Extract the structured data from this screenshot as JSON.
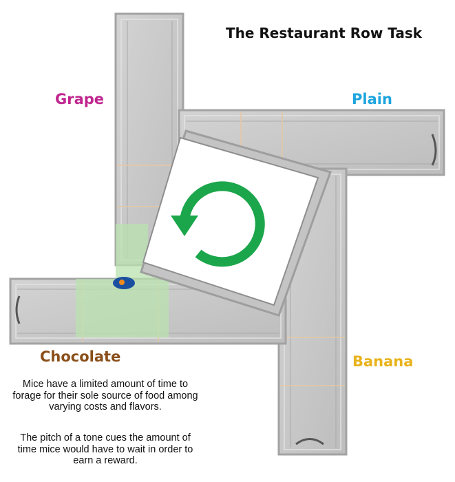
{
  "title": "The Restaurant Row Task",
  "restaurants": [
    {
      "name": "Grape",
      "color": "#c0268f"
    },
    {
      "name": "Plain",
      "color": "#1ea5de"
    },
    {
      "name": "Chocolate",
      "color": "#8a4f19"
    },
    {
      "name": "Banana",
      "color": "#e9b31c"
    }
  ],
  "descriptions": [
    "Mice have a limited amount of time to forage for their sole source of food among varying costs and flavors.",
    "The pitch of a tone cues the amount of time mice would have to wait in order to earn a reward."
  ],
  "colors": {
    "arrow": "#1ba64b",
    "maze_floor": "#c9c9c9",
    "active_zone": "#b9e3b0",
    "mouse": "#1b4fa0",
    "mouse_marker": "#f08a1d"
  },
  "icons": [
    "rotation-arrow-icon",
    "mouse-icon"
  ]
}
